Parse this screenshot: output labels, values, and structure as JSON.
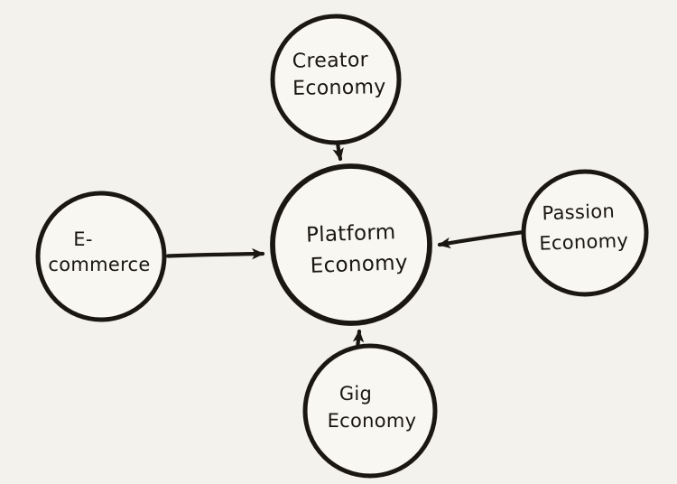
{
  "diagram": {
    "type": "concept-map",
    "style": "hand-drawn-whiteboard",
    "colors": {
      "background": "#f4f2ed",
      "ink": "#1a1613",
      "node_fill": "#f8f7f2"
    },
    "nodes": {
      "center": {
        "id": "platform-economy",
        "line1": "Platform",
        "line2": "Economy"
      },
      "top": {
        "id": "creator-economy",
        "line1": "Creator",
        "line2": "Economy"
      },
      "left": {
        "id": "e-commerce",
        "line1": "E-",
        "line2": "commerce"
      },
      "right": {
        "id": "passion-economy",
        "line1": "Passion",
        "line2": "Economy"
      },
      "bottom": {
        "id": "gig-economy",
        "line1": "Gig",
        "line2": "Economy"
      }
    },
    "edges": [
      {
        "from": "creator-economy",
        "to": "platform-economy",
        "arrow": "into-center"
      },
      {
        "from": "e-commerce",
        "to": "platform-economy",
        "arrow": "into-center"
      },
      {
        "from": "passion-economy",
        "to": "platform-economy",
        "arrow": "into-center"
      },
      {
        "from": "gig-economy",
        "to": "platform-economy",
        "arrow": "into-center"
      }
    ]
  }
}
